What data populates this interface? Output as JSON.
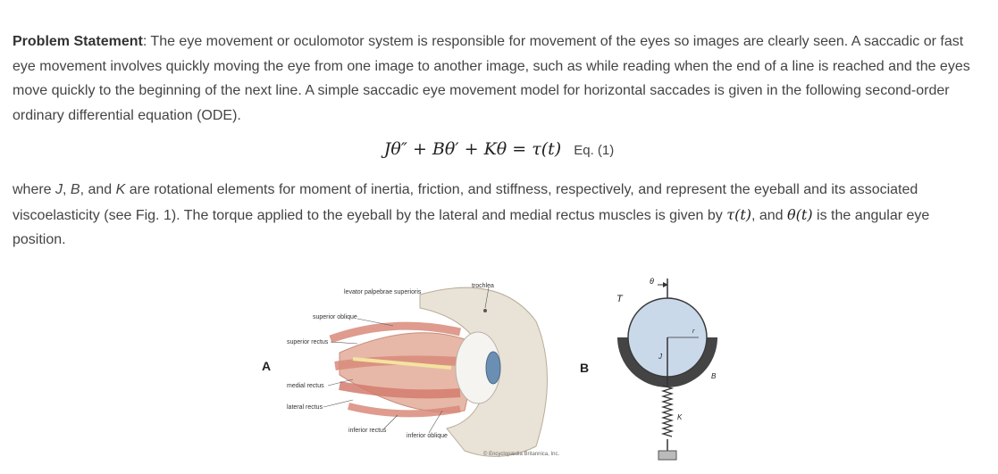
{
  "problem": {
    "heading": "Problem Statement",
    "text": ": The eye movement or oculomotor system is responsible for movement of the eyes so images are clearly seen.  A saccadic or fast eye movement involves quickly moving the eye from one image to another image, such as while reading when the end of a line is reached and the eyes move quickly to the beginning of the next line.  A simple saccadic eye movement model for horizontal saccades is given in the following second-order ordinary differential equation (ODE)."
  },
  "equation": {
    "expression": "Jθ″ + Bθ′ + Kθ = τ(t)",
    "tag": "Eq. (1)"
  },
  "explanation": {
    "t1": "where ",
    "J": "J",
    "t2": ", ",
    "B": "B",
    "t3": ", and ",
    "K": "K",
    "t4": " are rotational elements for moment of inertia, friction, and stiffness, respectively, and represent the eyeball and its associated viscoelasticity (see Fig. 1).  The torque applied to the eyeball by the lateral and medial rectus muscles is given by ",
    "tau": "τ(t)",
    "t5": ", and ",
    "theta": "θ(t)",
    "t6": " is the angular eye position."
  },
  "figure": {
    "panel_a_label": "A",
    "panel_b_label": "B",
    "anatomy_labels": {
      "levator": "levator palpebrae superioris",
      "trochlea": "trochlea",
      "superior_oblique": "superior oblique",
      "superior_rectus": "superior rectus",
      "medial_rectus": "medial rectus",
      "lateral_rectus": "lateral rectus",
      "inferior_rectus": "inferior rectus",
      "inferior_oblique": "inferior oblique"
    },
    "model_labels": {
      "theta": "θ",
      "tau": "T",
      "r": "r",
      "J": "J",
      "B": "B",
      "K": "K"
    },
    "credit": "© Encyclopædia Britannica, Inc."
  }
}
